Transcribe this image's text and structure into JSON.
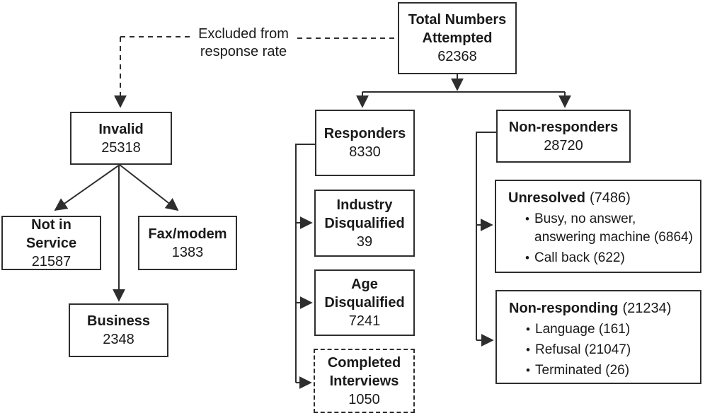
{
  "note": {
    "text": "Excluded from response rate"
  },
  "nodes": {
    "total": {
      "label": "Total Numbers Attempted",
      "value": "62368"
    },
    "invalid": {
      "label": "Invalid",
      "value": "25318"
    },
    "not_in_service": {
      "label": "Not in Service",
      "value": "21587"
    },
    "fax_modem": {
      "label": "Fax/modem",
      "value": "1383"
    },
    "business": {
      "label": "Business",
      "value": "2348"
    },
    "responders": {
      "label": "Responders",
      "value": "8330"
    },
    "industry_disqualified": {
      "label": "Industry Disqualified",
      "value": "39"
    },
    "age_disqualified": {
      "label": "Age Disqualified",
      "value": "7241"
    },
    "completed_interviews": {
      "label": "Completed Interviews",
      "value": "1050"
    },
    "non_responders": {
      "label": "Non-responders",
      "value": "28720"
    },
    "unresolved": {
      "label": "Unresolved",
      "count": "(7486)",
      "bullets": [
        "Busy, no answer, answering machine (6864)",
        "Call back (622)"
      ]
    },
    "non_responding": {
      "label": "Non-responding",
      "count": "(21234)",
      "bullets": [
        "Language (161)",
        "Refusal (21047)",
        "Terminated (26)"
      ]
    }
  },
  "colors": {
    "line": "#2e2e2e",
    "text": "#1a1a1a",
    "background": "#ffffff"
  }
}
